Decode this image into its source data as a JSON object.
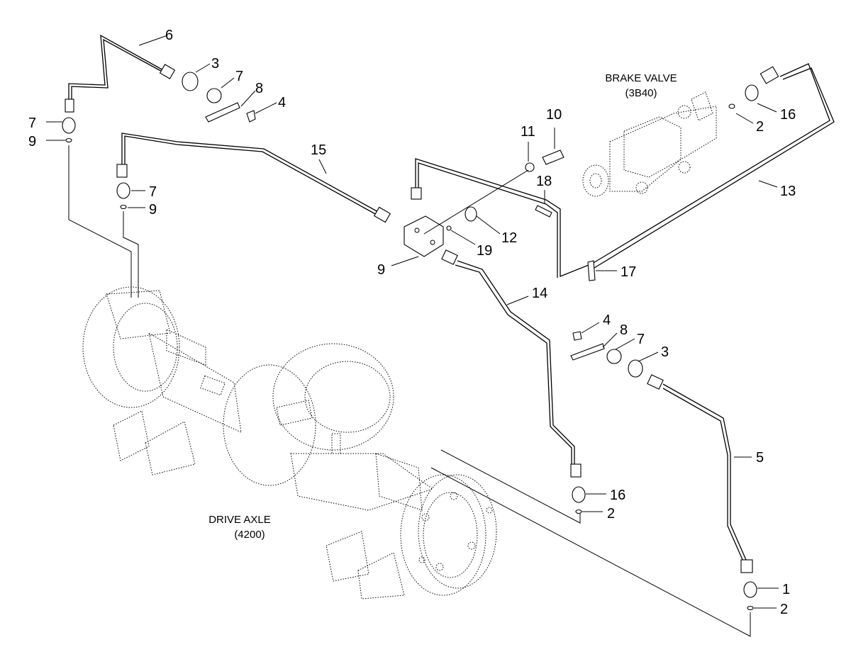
{
  "labels": {
    "brake_valve_name": "BRAKE VALVE",
    "brake_valve_code": "(3B40)",
    "drive_axle_name": "DRIVE AXLE",
    "drive_axle_code": "(4200)"
  },
  "callouts": {
    "c6": "6",
    "c3a": "3",
    "c7a": "7",
    "c8a": "8",
    "c4a": "4",
    "c7b": "7",
    "c9a": "9",
    "c7c": "7",
    "c9b": "9",
    "c15": "15",
    "c11": "11",
    "c10": "10",
    "c18": "18",
    "c12": "12",
    "c19": "19",
    "c9c": "9",
    "c14": "14",
    "c17": "17",
    "c13": "13",
    "c2a": "2",
    "c16a": "16",
    "c4b": "4",
    "c8b": "8",
    "c7d": "7",
    "c3b": "3",
    "c5": "5",
    "c16b": "16",
    "c2b": "2",
    "c1": "1",
    "c2c": "2"
  }
}
